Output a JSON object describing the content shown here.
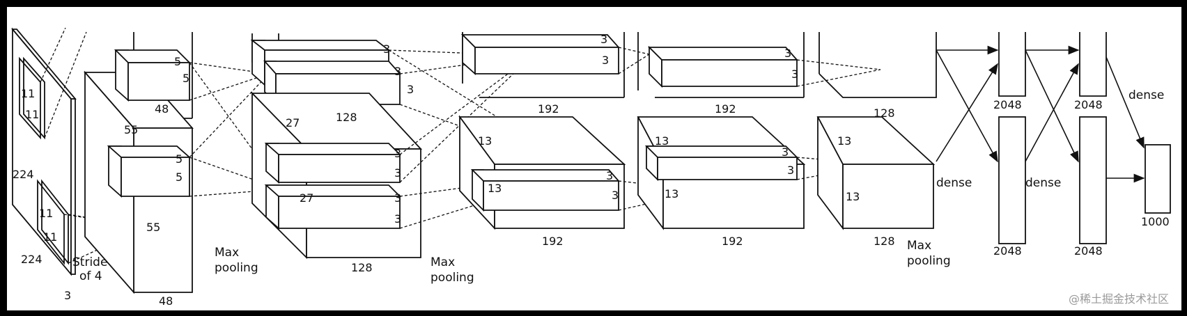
{
  "labels": {
    "in_k1": "11",
    "in_k2": "11",
    "in_k3": "11",
    "in_k4": "11",
    "in_224a": "224",
    "in_224b": "224",
    "in_3": "3",
    "stride1": "Stride",
    "stride2": "of 4",
    "c1_55a": "55",
    "c1_55b": "55",
    "c1_48a": "48",
    "c1_48b": "48",
    "c1_k1": "5",
    "c1_k2": "5",
    "c1_k3": "5",
    "c1_k4": "5",
    "mp1a": "Max",
    "mp1b": "pooling",
    "c2_27a": "27",
    "c2_27b": "27",
    "c2_128a": "128",
    "c2_128b": "128",
    "c2_k1": "3",
    "c2_k2": "3",
    "c2_k3": "3",
    "c2_k4": "3",
    "c2_k5": "3",
    "c2_k6": "3",
    "c2_k7": "3",
    "mp2a": "Max",
    "mp2b": "pooling",
    "c3_13a": "13",
    "c3_13b": "13",
    "c3_192a": "192",
    "c3_192b": "192",
    "c3_k1": "3",
    "c3_k2": "3",
    "c3_k3": "3",
    "c3_k4": "3",
    "c4_13a": "13",
    "c4_13b": "13",
    "c4_192a": "192",
    "c4_192b": "192",
    "c4_k1": "3",
    "c4_k2": "3",
    "c4_k3": "3",
    "c4_k4": "3",
    "c5_13a": "13",
    "c5_13b": "13",
    "c5_128a": "128",
    "c5_128b": "128",
    "mp3a": "Max",
    "mp3b": "pooling",
    "dense1": "dense",
    "dense2": "dense",
    "dense3": "dense",
    "fc_2048a": "2048",
    "fc_2048b": "2048",
    "fc_2048c": "2048",
    "fc_2048d": "2048",
    "out_1000": "1000"
  },
  "watermark": "@稀土掘金技术社区"
}
